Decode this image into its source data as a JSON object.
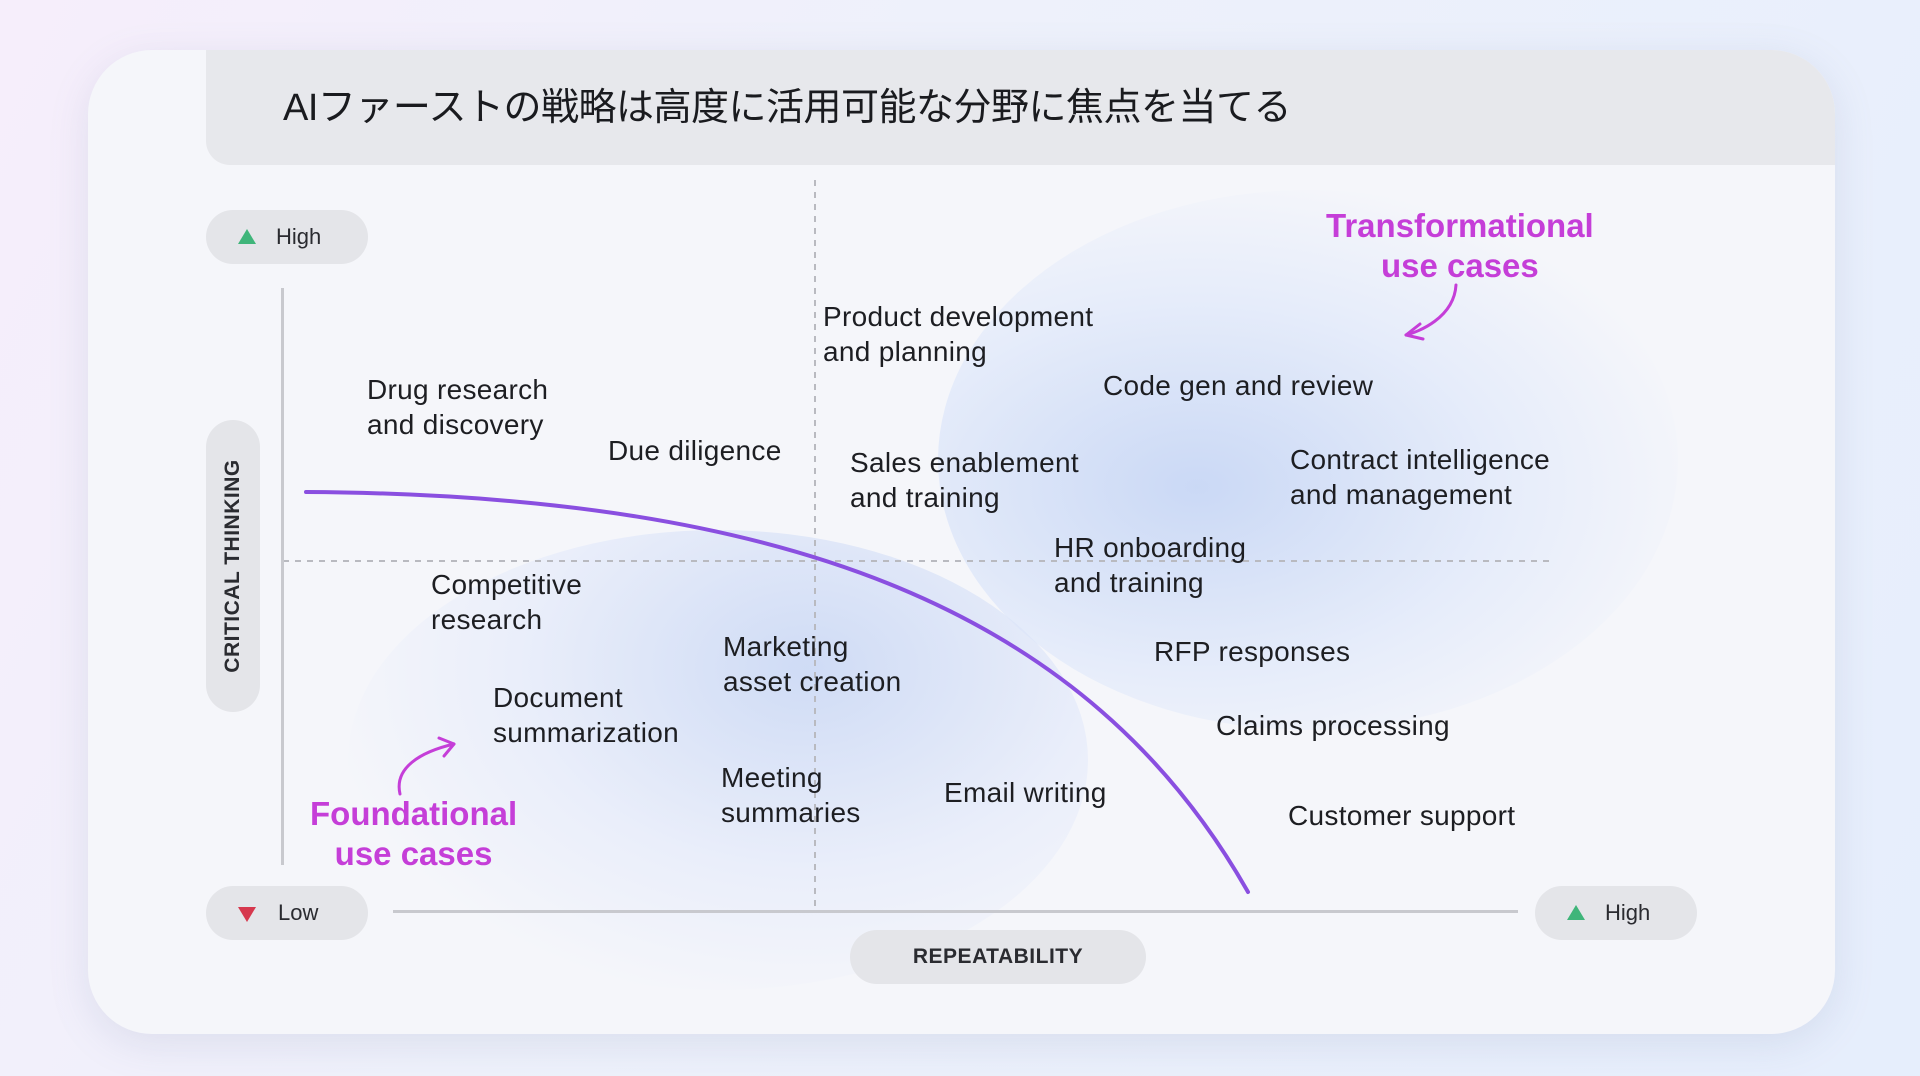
{
  "title": "AIファーストの戦略は高度に活用可能な分野に焦点を当てる",
  "y_axis": {
    "label": "CRITICAL THINKING",
    "high_label": "High",
    "high_icon": "triangle-up-green-icon"
  },
  "x_axis": {
    "label": "REPEATABILITY",
    "low_label": "Low",
    "low_icon": "triangle-down-red-icon",
    "high_label": "High",
    "high_icon": "triangle-up-green-icon"
  },
  "callouts": {
    "transformational_line1": "Transformational",
    "transformational_line2": "use cases",
    "foundational_line1": "Foundational",
    "foundational_line2": "use cases"
  },
  "items": {
    "drug_research_1": "Drug research",
    "drug_research_2": "and discovery",
    "due_diligence": "Due diligence",
    "product_dev_1": "Product development",
    "product_dev_2": "and planning",
    "sales_enablement_1": "Sales enablement",
    "sales_enablement_2": "and training",
    "code_gen": "Code gen and review",
    "contract_1": "Contract intelligence",
    "contract_2": "and management",
    "hr_onboarding_1": "HR onboarding",
    "hr_onboarding_2": "and training",
    "competitive_1": "Competitive",
    "competitive_2": "research",
    "marketing_1": "Marketing",
    "marketing_2": "asset creation",
    "document_1": "Document",
    "document_2": "summarization",
    "rfp": "RFP responses",
    "claims": "Claims processing",
    "meeting_1": "Meeting",
    "meeting_2": "summaries",
    "email": "Email writing",
    "customer_support": "Customer support"
  },
  "colors": {
    "accent": "#c53ed8",
    "curve": "#8a4fe0",
    "positive": "#3fb57a",
    "negative": "#d6384e"
  }
}
